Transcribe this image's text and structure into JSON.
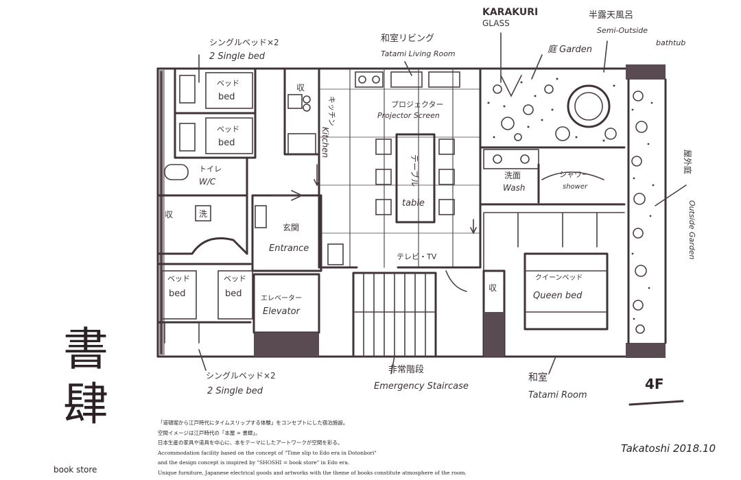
{
  "labels": {
    "karakuri_1": "KARAKURI",
    "karakuri_2": "GLASS",
    "bath_jp": "半露天風呂",
    "bath_en_1": "Semi-Outside",
    "bath_en_2": "bathtub",
    "garden": "庭 Garden",
    "living_jp": "和室リビング",
    "living_en": "Tatami Living Room",
    "single_top_jp": "シングルベッド×2",
    "single_top_en": "2 Single bed",
    "bed_jp": "ベッド",
    "bed_en": "bed",
    "storage": "収",
    "kitchen_jp": "キッチン",
    "kitchen_en": "Kitchen",
    "projector_jp": "プロジェクター",
    "projector_en": "Projector Screen",
    "table_jp": "テーブル",
    "table_en": "table",
    "wash_jp": "洗面",
    "wash_en": "Wash",
    "shower_jp": "シャワー",
    "shower_en": "shower",
    "outside_garden_jp": "屋外庭",
    "outside_garden_en": "Outside Garden",
    "toilet_jp": "トイレ",
    "toilet_en": "W/C",
    "laundry": "洗",
    "entrance_jp": "玄関",
    "entrance_en": "Entrance",
    "tv": "テレビ・TV",
    "queen_jp": "クイーンベッド",
    "queen_en": "Queen bed",
    "elevator_jp": "エレベーター",
    "elevator_en": "Elevator",
    "single_bottom_jp": "シングルベッド×2",
    "single_bottom_en": "2 Single bed",
    "emergency_jp": "非常階段",
    "emergency_en": "Emergency Staircase",
    "tatami_jp": "和室",
    "tatami_en": "Tatami Room",
    "floor": "4F",
    "brand_jp": "書肆",
    "brand_en": "book store",
    "signature": "Takatoshi  2018.10"
  },
  "footer": [
    "「道頓堀から江戸時代にタイムスリップする体験」をコンセプトにした宿泊施設。",
    "空間イメージは江戸時代の「本屋 = 書肆」。",
    "日本生産の家具や道具を中心に、本をテーマにしたアートワークが空間を彩る。",
    "Accommodation facility based on the concept of \"Time slip to Edo era in Dotonbori\"",
    "and the design concept is inspired by \"SHOSHI = book store\" in Edo era.",
    "Unique furniture, Japanese electrical goods and artworks with the theme of books constitute atmosphere of the room."
  ]
}
